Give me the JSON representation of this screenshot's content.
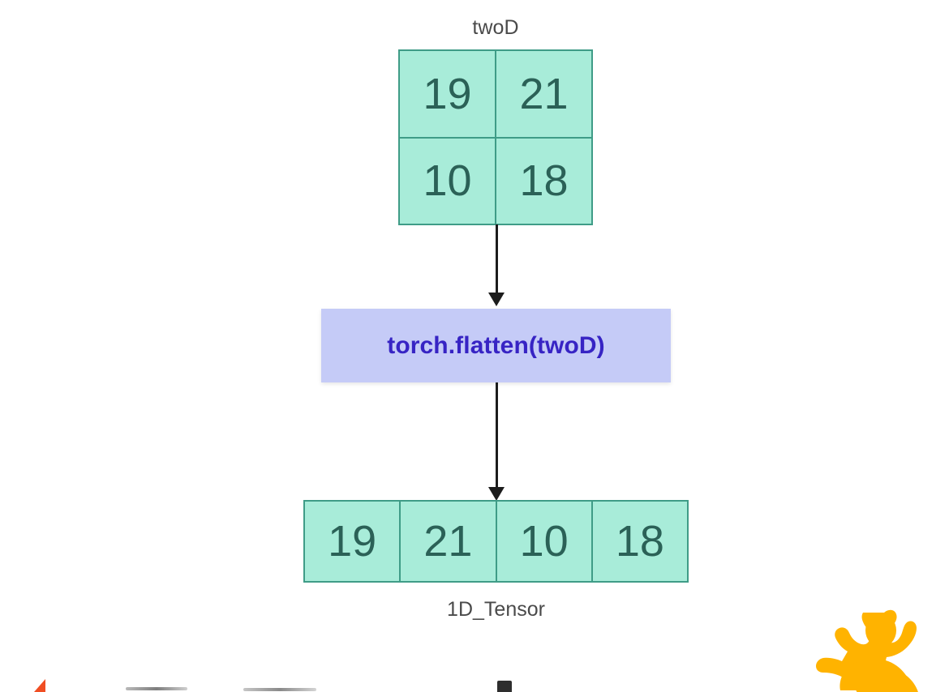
{
  "diagram": {
    "title_top": "twoD",
    "title_bottom": "1D_Tensor",
    "operation": {
      "label": "torch.flatten(twoD)",
      "box_color": "#c5cbf7",
      "text_color": "#3724c4"
    },
    "colors": {
      "cell_fill": "#a8ecd9",
      "cell_border": "#3f9c87",
      "cell_text": "#2b6157",
      "label_text": "#4a4a4a",
      "arrow": "#1c1c1c",
      "watermark": "#ffb300",
      "background": "#ffffff"
    },
    "input_tensor": {
      "name": "twoD",
      "shape": "2 x 2",
      "rows": [
        [
          "19",
          "21"
        ],
        [
          "10",
          "18"
        ]
      ]
    },
    "output_tensor": {
      "name": "1D_Tensor",
      "shape": "4",
      "values": [
        "19",
        "21",
        "10",
        "18"
      ]
    },
    "arrows": [
      {
        "id": "arrow-from-matrix-to-op",
        "direction": "down"
      },
      {
        "id": "arrow-from-op-to-result",
        "direction": "down"
      }
    ],
    "watermark": {
      "icon": "person-silhouette-icon"
    },
    "bottom_strip": [
      {
        "icon": "triangle-marker-icon",
        "color": "#f04e23"
      },
      {
        "icon": "line-marker-icon",
        "color": "#8a8a8a"
      },
      {
        "icon": "line-marker-icon",
        "color": "#8a8a8a"
      },
      {
        "icon": "dark-box-icon",
        "color": "#2e2e2e"
      }
    ]
  }
}
